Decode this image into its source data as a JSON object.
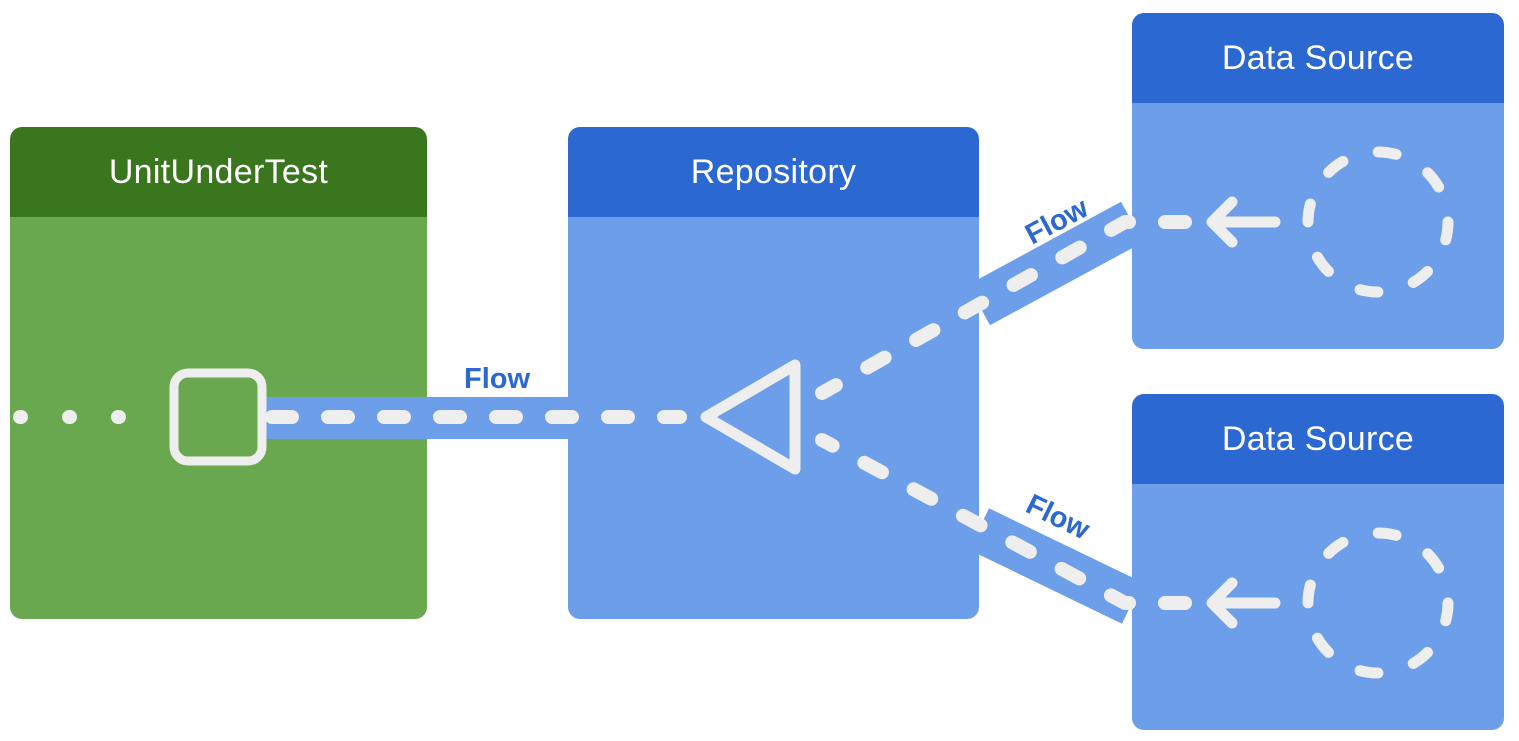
{
  "boxes": {
    "unit_under_test": "UnitUnderTest",
    "repository": "Repository",
    "data_source_top": "Data Source",
    "data_source_bottom": "Data Source"
  },
  "flow_labels": {
    "unit_to_repo": "Flow",
    "repo_to_source_top": "Flow",
    "repo_to_source_bottom": "Flow"
  },
  "colors": {
    "unit_header": "#3a761d",
    "unit_body": "#6aa84f",
    "blue_header": "#2b68d1",
    "blue_body": "#6d9eea",
    "flow_band": "#6d9eea",
    "dash": "#eeeeee"
  },
  "icons": [
    "square-icon",
    "triangle-icon",
    "arrow-left-icon",
    "dashed-circle-icon"
  ]
}
